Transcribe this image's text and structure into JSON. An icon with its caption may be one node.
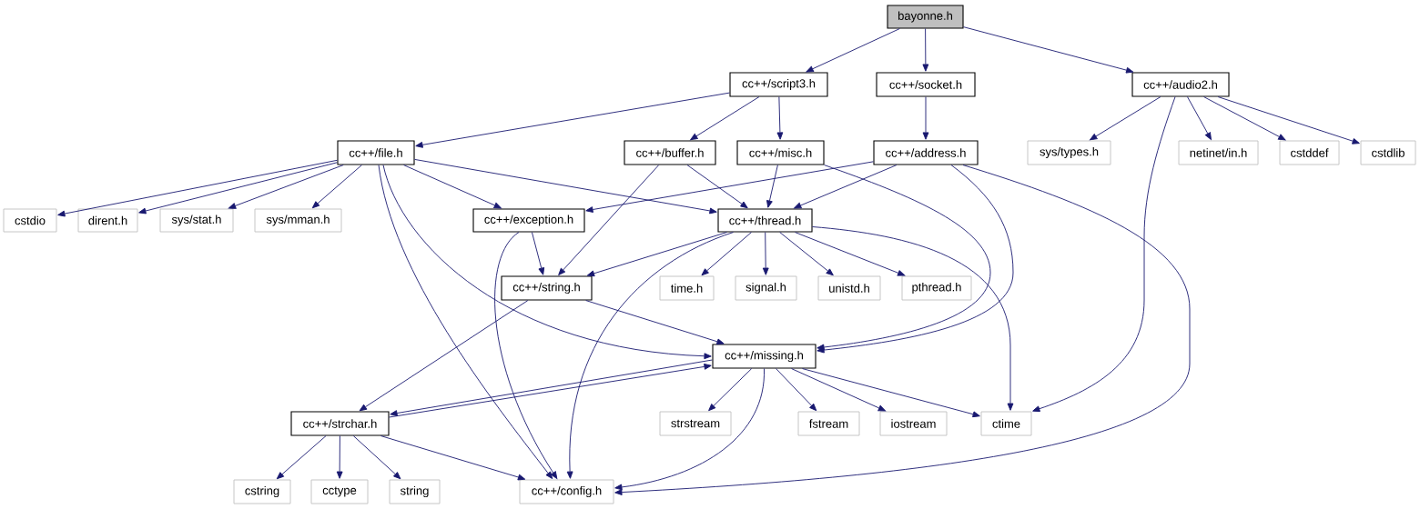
{
  "diagram": {
    "nodes": [
      {
        "text": [
          "bayonne.h"
        ]
      },
      {
        "text": [
          "cc++/script3.h"
        ]
      },
      {
        "text": [
          "cc++/socket.h"
        ]
      },
      {
        "text": [
          "cc++/audio2.h"
        ]
      },
      {
        "text": [
          "cc++/file.h"
        ]
      },
      {
        "text": [
          "cc++/buffer.h"
        ]
      },
      {
        "text": [
          "cc++/misc.h"
        ]
      },
      {
        "text": [
          "cc++/address.h"
        ]
      },
      {
        "text": [
          "sys/types.h"
        ]
      },
      {
        "text": [
          "netinet/in.h"
        ]
      },
      {
        "text": [
          "cstddef"
        ]
      },
      {
        "text": [
          "cstdlib"
        ]
      },
      {
        "text": [
          "cstdio"
        ]
      },
      {
        "text": [
          "dirent.h"
        ]
      },
      {
        "text": [
          "sys/stat.h"
        ]
      },
      {
        "text": [
          "sys/mman.h"
        ]
      },
      {
        "text": [
          "cc++/exception.h"
        ]
      },
      {
        "text": [
          "cc++/thread.h"
        ]
      },
      {
        "text": [
          "cc++/string.h"
        ]
      },
      {
        "text": [
          "time.h"
        ]
      },
      {
        "text": [
          "signal.h"
        ]
      },
      {
        "text": [
          "unistd.h"
        ]
      },
      {
        "text": [
          "pthread.h"
        ]
      },
      {
        "text": [
          "cc++/missing.h"
        ]
      },
      {
        "text": [
          "cc++/strchar.h"
        ]
      },
      {
        "text": [
          "strstream"
        ]
      },
      {
        "text": [
          "fstream"
        ]
      },
      {
        "text": [
          "iostream"
        ]
      },
      {
        "text": [
          "ctime"
        ]
      },
      {
        "text": [
          "cstring"
        ]
      },
      {
        "text": [
          "cctype"
        ]
      },
      {
        "text": [
          "string"
        ]
      },
      {
        "text": [
          "cc++/config.h"
        ]
      }
    ],
    "edges": [
      {
        "from": 0,
        "to": 1,
        "arrow": "to"
      },
      {
        "from": 0,
        "to": 2,
        "arrow": "to"
      },
      {
        "from": 0,
        "to": 3,
        "arrow": "to"
      },
      {
        "from": 1,
        "to": 4,
        "arrow": "to"
      },
      {
        "from": 1,
        "to": 5,
        "arrow": "to"
      },
      {
        "from": 1,
        "to": 6,
        "arrow": "to"
      },
      {
        "from": 2,
        "to": 7,
        "arrow": "to"
      },
      {
        "from": 3,
        "to": 8,
        "arrow": "to"
      },
      {
        "from": 3,
        "to": 28,
        "arrow": "to"
      },
      {
        "from": 3,
        "to": 9,
        "arrow": "to"
      },
      {
        "from": 3,
        "to": 10,
        "arrow": "to"
      },
      {
        "from": 3,
        "to": 11,
        "arrow": "to"
      },
      {
        "from": 4,
        "to": 12,
        "arrow": "to"
      },
      {
        "from": 4,
        "to": 13,
        "arrow": "to"
      },
      {
        "from": 4,
        "to": 14,
        "arrow": "to"
      },
      {
        "from": 4,
        "to": 15,
        "arrow": "to"
      },
      {
        "from": 4,
        "to": 16,
        "arrow": "to"
      },
      {
        "from": 4,
        "to": 17,
        "arrow": "to"
      },
      {
        "from": 4,
        "to": 32,
        "arrow": "to"
      },
      {
        "from": 4,
        "to": 23,
        "arrow": "to"
      },
      {
        "from": 5,
        "to": 18,
        "arrow": "to"
      },
      {
        "from": 5,
        "to": 17,
        "arrow": "to"
      },
      {
        "from": 6,
        "to": 17,
        "arrow": "to"
      },
      {
        "from": 6,
        "to": 23,
        "arrow": "to"
      },
      {
        "from": 7,
        "to": 16,
        "arrow": "to"
      },
      {
        "from": 7,
        "to": 17,
        "arrow": "to"
      },
      {
        "from": 7,
        "to": 23,
        "arrow": "to"
      },
      {
        "from": 7,
        "to": 32,
        "arrow": "to"
      },
      {
        "from": 16,
        "to": 18,
        "arrow": "to"
      },
      {
        "from": 16,
        "to": 32,
        "arrow": "to"
      },
      {
        "from": 17,
        "to": 18,
        "arrow": "to"
      },
      {
        "from": 17,
        "to": 32,
        "arrow": "to"
      },
      {
        "from": 17,
        "to": 19,
        "arrow": "to"
      },
      {
        "from": 17,
        "to": 20,
        "arrow": "to"
      },
      {
        "from": 17,
        "to": 21,
        "arrow": "to"
      },
      {
        "from": 17,
        "to": 22,
        "arrow": "to"
      },
      {
        "from": 17,
        "to": 28,
        "arrow": "to"
      },
      {
        "from": 18,
        "to": 23,
        "arrow": "to"
      },
      {
        "from": 18,
        "to": 24,
        "arrow": "to"
      },
      {
        "from": 23,
        "to": 24,
        "arrow": "to"
      },
      {
        "from": 23,
        "to": 25,
        "arrow": "to"
      },
      {
        "from": 23,
        "to": 26,
        "arrow": "to"
      },
      {
        "from": 23,
        "to": 27,
        "arrow": "to"
      },
      {
        "from": 23,
        "to": 28,
        "arrow": "to"
      },
      {
        "from": 23,
        "to": 32,
        "arrow": "to"
      },
      {
        "from": 24,
        "to": 23,
        "arrow": "to"
      },
      {
        "from": 24,
        "to": 29,
        "arrow": "to"
      },
      {
        "from": 24,
        "to": 30,
        "arrow": "to"
      },
      {
        "from": 24,
        "to": 31,
        "arrow": "to"
      },
      {
        "from": 24,
        "to": 32,
        "arrow": "to"
      }
    ]
  }
}
